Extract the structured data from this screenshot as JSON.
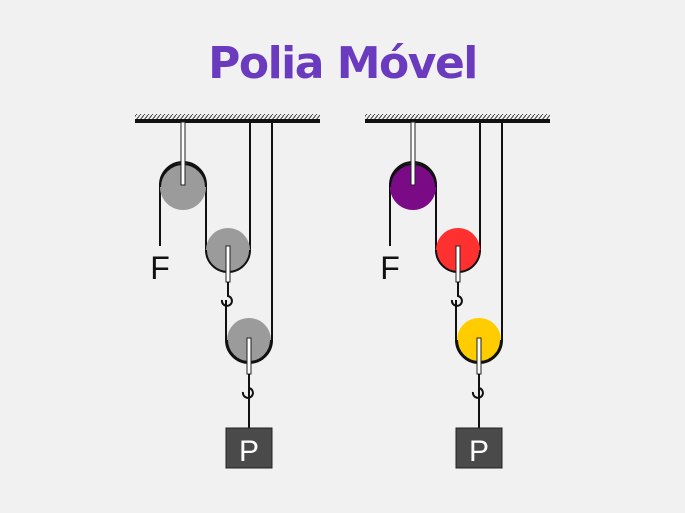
{
  "title": "Polia Móvel",
  "colors": {
    "title": "#6a3bbf",
    "background": "#f1f1f1",
    "rope": "#111111",
    "weight_box": "#4a4a4a",
    "left_pulleys": [
      "#9b9b9b",
      "#9b9b9b",
      "#9b9b9b"
    ],
    "right_pulleys": [
      "#7a0a86",
      "#ff3030",
      "#ffcc00"
    ]
  },
  "diagrams": [
    {
      "name": "gray-pulley-system",
      "force_label": "F",
      "weight_label": "P"
    },
    {
      "name": "colored-pulley-system",
      "force_label": "F",
      "weight_label": "P"
    }
  ]
}
